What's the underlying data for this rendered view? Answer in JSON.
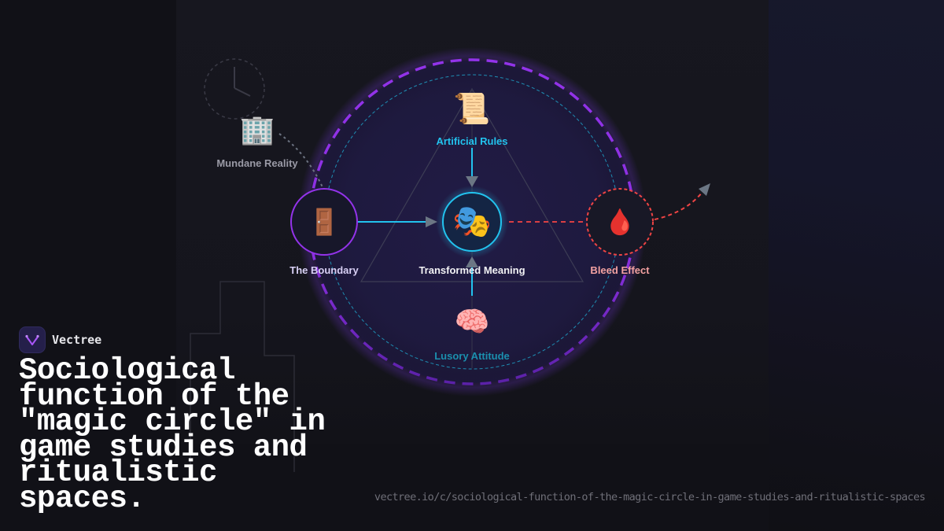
{
  "brand": {
    "name": "Vectree",
    "logo_icon": "vectree-fork-icon"
  },
  "title": "Sociological function of the \"magic circle\" in game studies and ritualistic spaces.",
  "url": "vectree.io/c/sociological-function-of-the-magic-circle-in-game-studies-and-ritualistic-spaces",
  "colors": {
    "background": "#111117",
    "magic_circle_outer": "#8a2be2",
    "magic_circle_inner": "#1fa3c9",
    "cyan_accent": "#22c3ee",
    "boundary_purple": "#9333ea",
    "bleed_red": "#ef4444",
    "arrow_gray": "#6b7280"
  },
  "diagram": {
    "mundane": {
      "label": "Mundane Reality",
      "icon": "office-building-icon",
      "glyph": "🏢",
      "clock_icon": "clock-icon"
    },
    "nodes": {
      "rules": {
        "label": "Artificial Rules",
        "icon": "scroll-icon",
        "glyph": "📜"
      },
      "boundary": {
        "label": "The Boundary",
        "icon": "door-icon",
        "glyph": "🚪"
      },
      "meaning": {
        "label": "Transformed Meaning",
        "icon": "performing-arts-masks-icon",
        "glyph": "🎭"
      },
      "lusory": {
        "label": "Lusory Attitude",
        "icon": "brain-icon",
        "glyph": "🧠"
      },
      "bleed": {
        "label": "Bleed Effect",
        "icon": "drop-of-blood-icon",
        "glyph": "🩸"
      }
    },
    "edges": [
      {
        "from": "rules",
        "to": "meaning",
        "style": "solid-cyan"
      },
      {
        "from": "boundary",
        "to": "meaning",
        "style": "solid-cyan"
      },
      {
        "from": "lusory",
        "to": "meaning",
        "style": "solid-cyan"
      },
      {
        "from": "meaning",
        "to": "bleed",
        "style": "dashed-red"
      },
      {
        "from": "bleed",
        "to": "outside",
        "style": "dashed-red-curve"
      },
      {
        "from": "mundane",
        "to": "boundary",
        "style": "dotted-gray"
      }
    ]
  }
}
